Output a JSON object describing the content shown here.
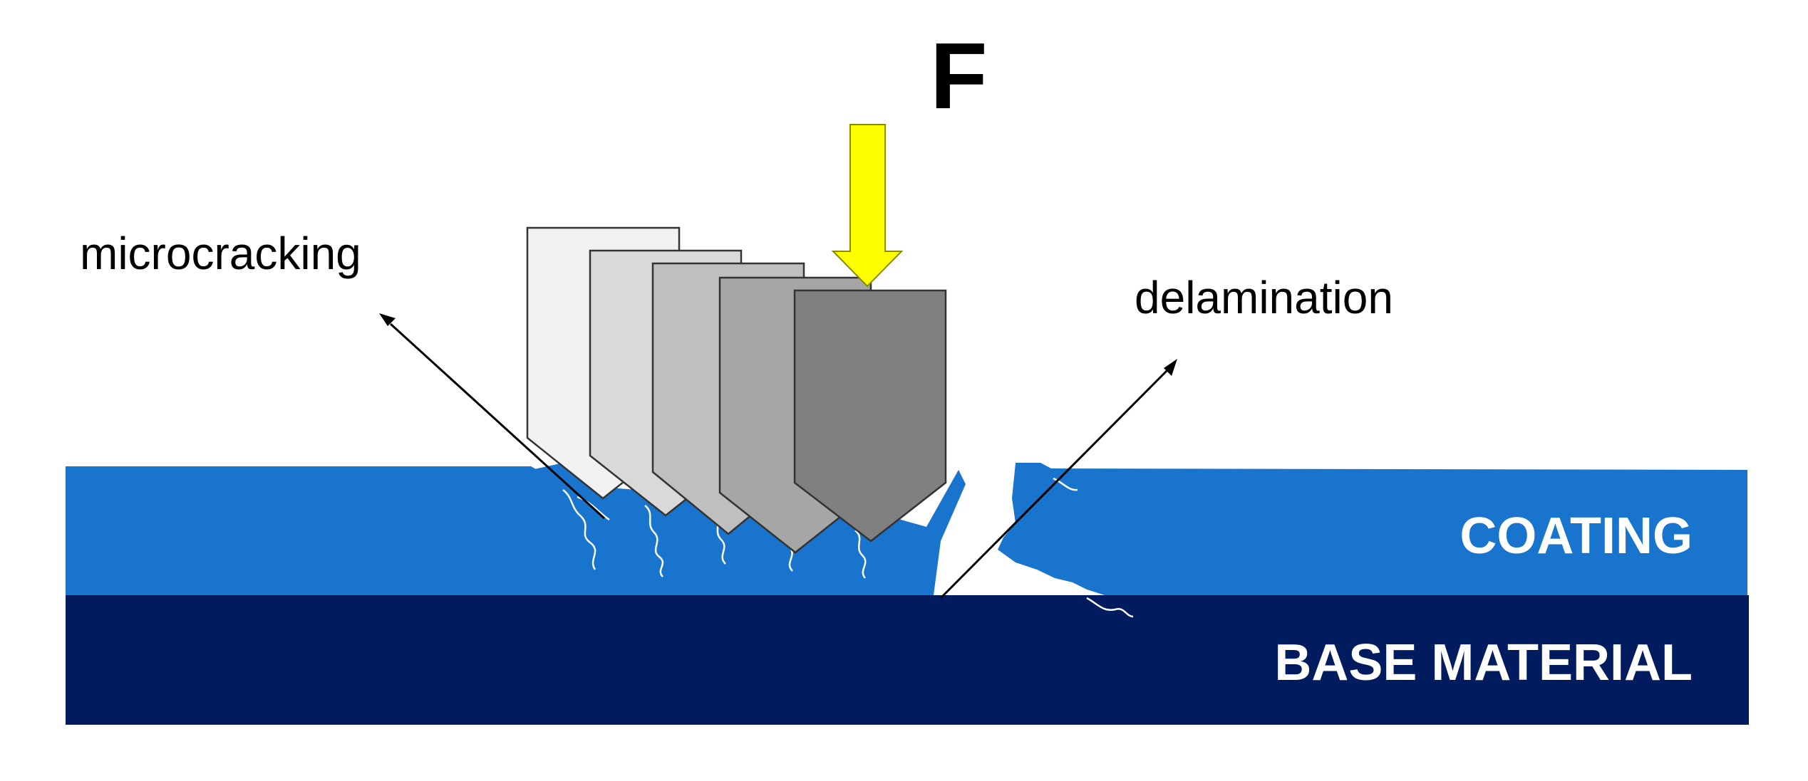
{
  "labels": {
    "force": "F",
    "microcracking": "microcracking",
    "delamination": "delamination",
    "coating": "COATING",
    "base_material": "BASE MATERIAL"
  },
  "colors": {
    "coating": "#1874CD",
    "base_material": "#001C5F",
    "arrow": "#FFFF00",
    "tip_1": "#F2F2F2",
    "tip_2": "#D9D9D9",
    "tip_3": "#BFBFBF",
    "tip_4": "#A6A6A6",
    "tip_5": "#808080"
  }
}
